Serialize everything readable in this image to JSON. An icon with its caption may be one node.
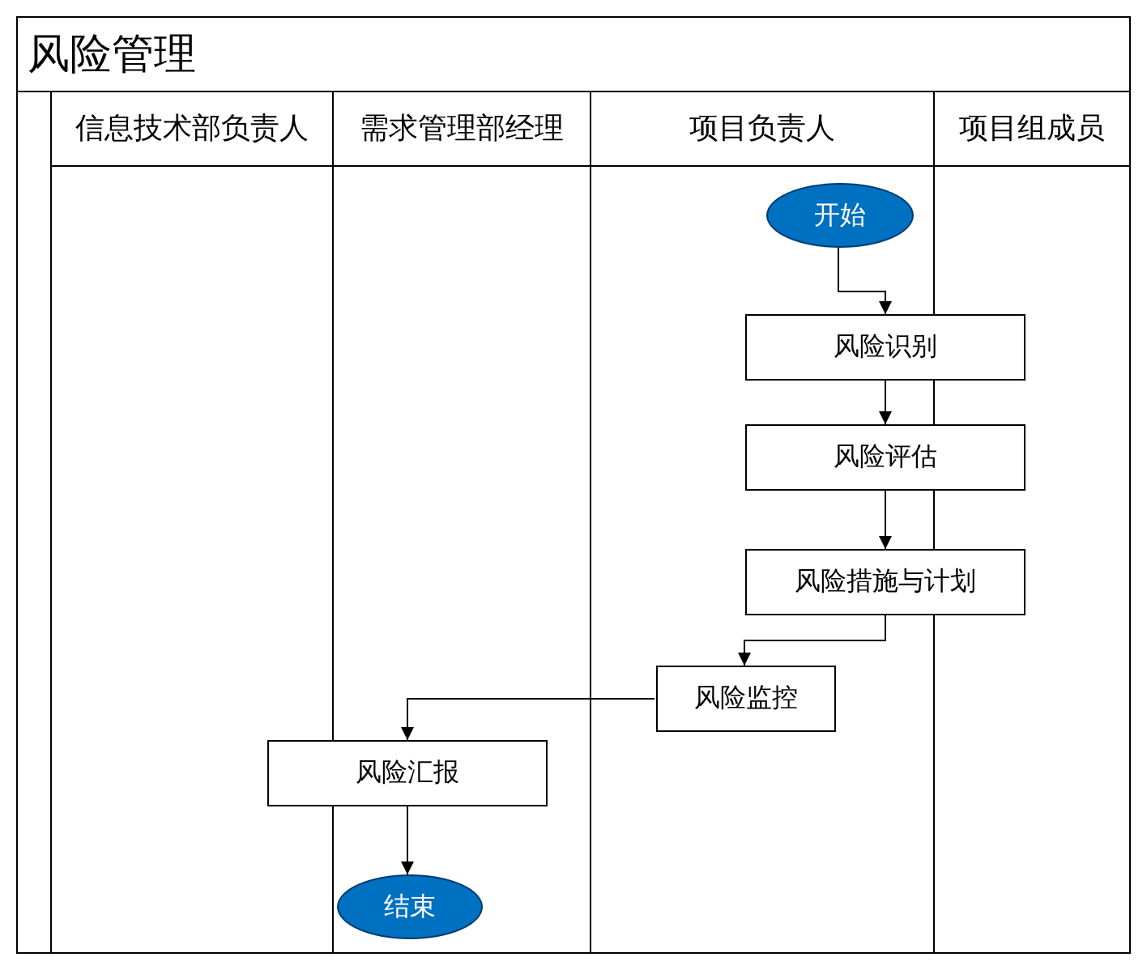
{
  "diagram": {
    "title": "风险管理",
    "nodes": [
      {
        "text": [
          "信息技术部负责人"
        ]
      },
      {
        "text": [
          "需求管理部经理"
        ]
      },
      {
        "text": [
          "项目负责人"
        ]
      },
      {
        "text": [
          "项目组成员"
        ]
      },
      {
        "text": [
          "开始"
        ],
        "in": 2
      },
      {
        "text": [
          "风险识别"
        ]
      },
      {
        "text": [
          "风险评估"
        ]
      },
      {
        "text": [
          "风险措施与计划"
        ]
      },
      {
        "text": [
          "风险监控"
        ],
        "in": 2
      },
      {
        "text": [
          "风险汇报"
        ]
      },
      {
        "text": [
          "结束"
        ],
        "in": 1
      }
    ],
    "edges": [
      {
        "from": 4,
        "to": 5,
        "arrow": "to"
      },
      {
        "from": 5,
        "to": 6,
        "arrow": "to"
      },
      {
        "from": 6,
        "to": 7,
        "arrow": "to"
      },
      {
        "from": 7,
        "to": 8,
        "arrow": "to"
      },
      {
        "from": 8,
        "to": 9,
        "arrow": "to"
      },
      {
        "from": 9,
        "to": 10,
        "arrow": "to"
      }
    ]
  }
}
